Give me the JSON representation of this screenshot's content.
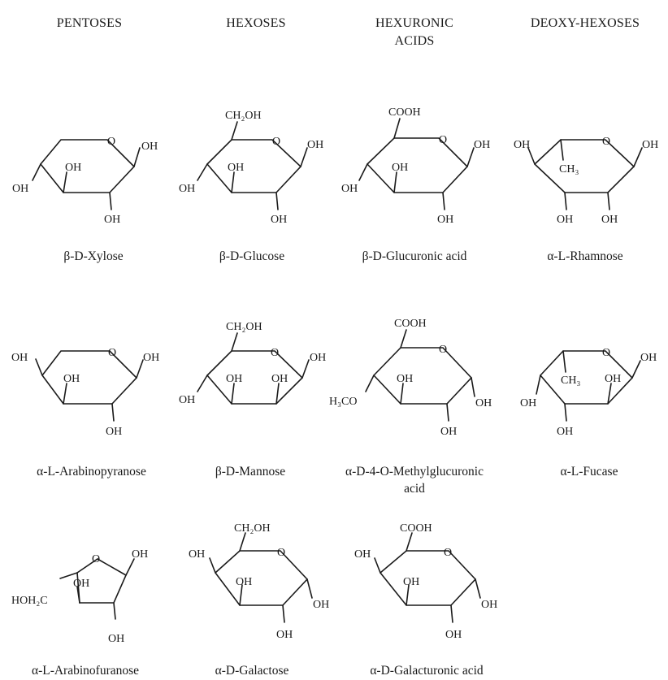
{
  "headers": {
    "pentoses": "PENTOSES",
    "hexoses": "HEXOSES",
    "hexuronic_line1": "HEXURONIC",
    "hexuronic_line2": "ACIDS",
    "deoxy": "DEOXY-HEXOSES"
  },
  "captions": {
    "xylose": "β-D-Xylose",
    "glucose": "β-D-Glucose",
    "glucuronic": "β-D-Glucuronic acid",
    "rhamnose": "α-L-Rhamnose",
    "arabinopyranose": "α-L-Arabinopyranose",
    "mannose": "β-D-Mannose",
    "methylglucuronic_line1": "α-D-4-O-Methylglucuronic",
    "methylglucuronic_line2": "acid",
    "fucase": "α-L-Fucase",
    "arabinofuranose": "α-L-Arabinofuranose",
    "galactose": "α-D-Galactose",
    "galacturonic": "α-D-Galacturonic acid"
  },
  "atoms": {
    "o": "O",
    "oh": "OH",
    "ch2oh": "CH₂OH",
    "cooh": "COOH",
    "ch3": "CH₃",
    "h3co": "H₃CO",
    "hoh2c": "HOH₂C"
  }
}
